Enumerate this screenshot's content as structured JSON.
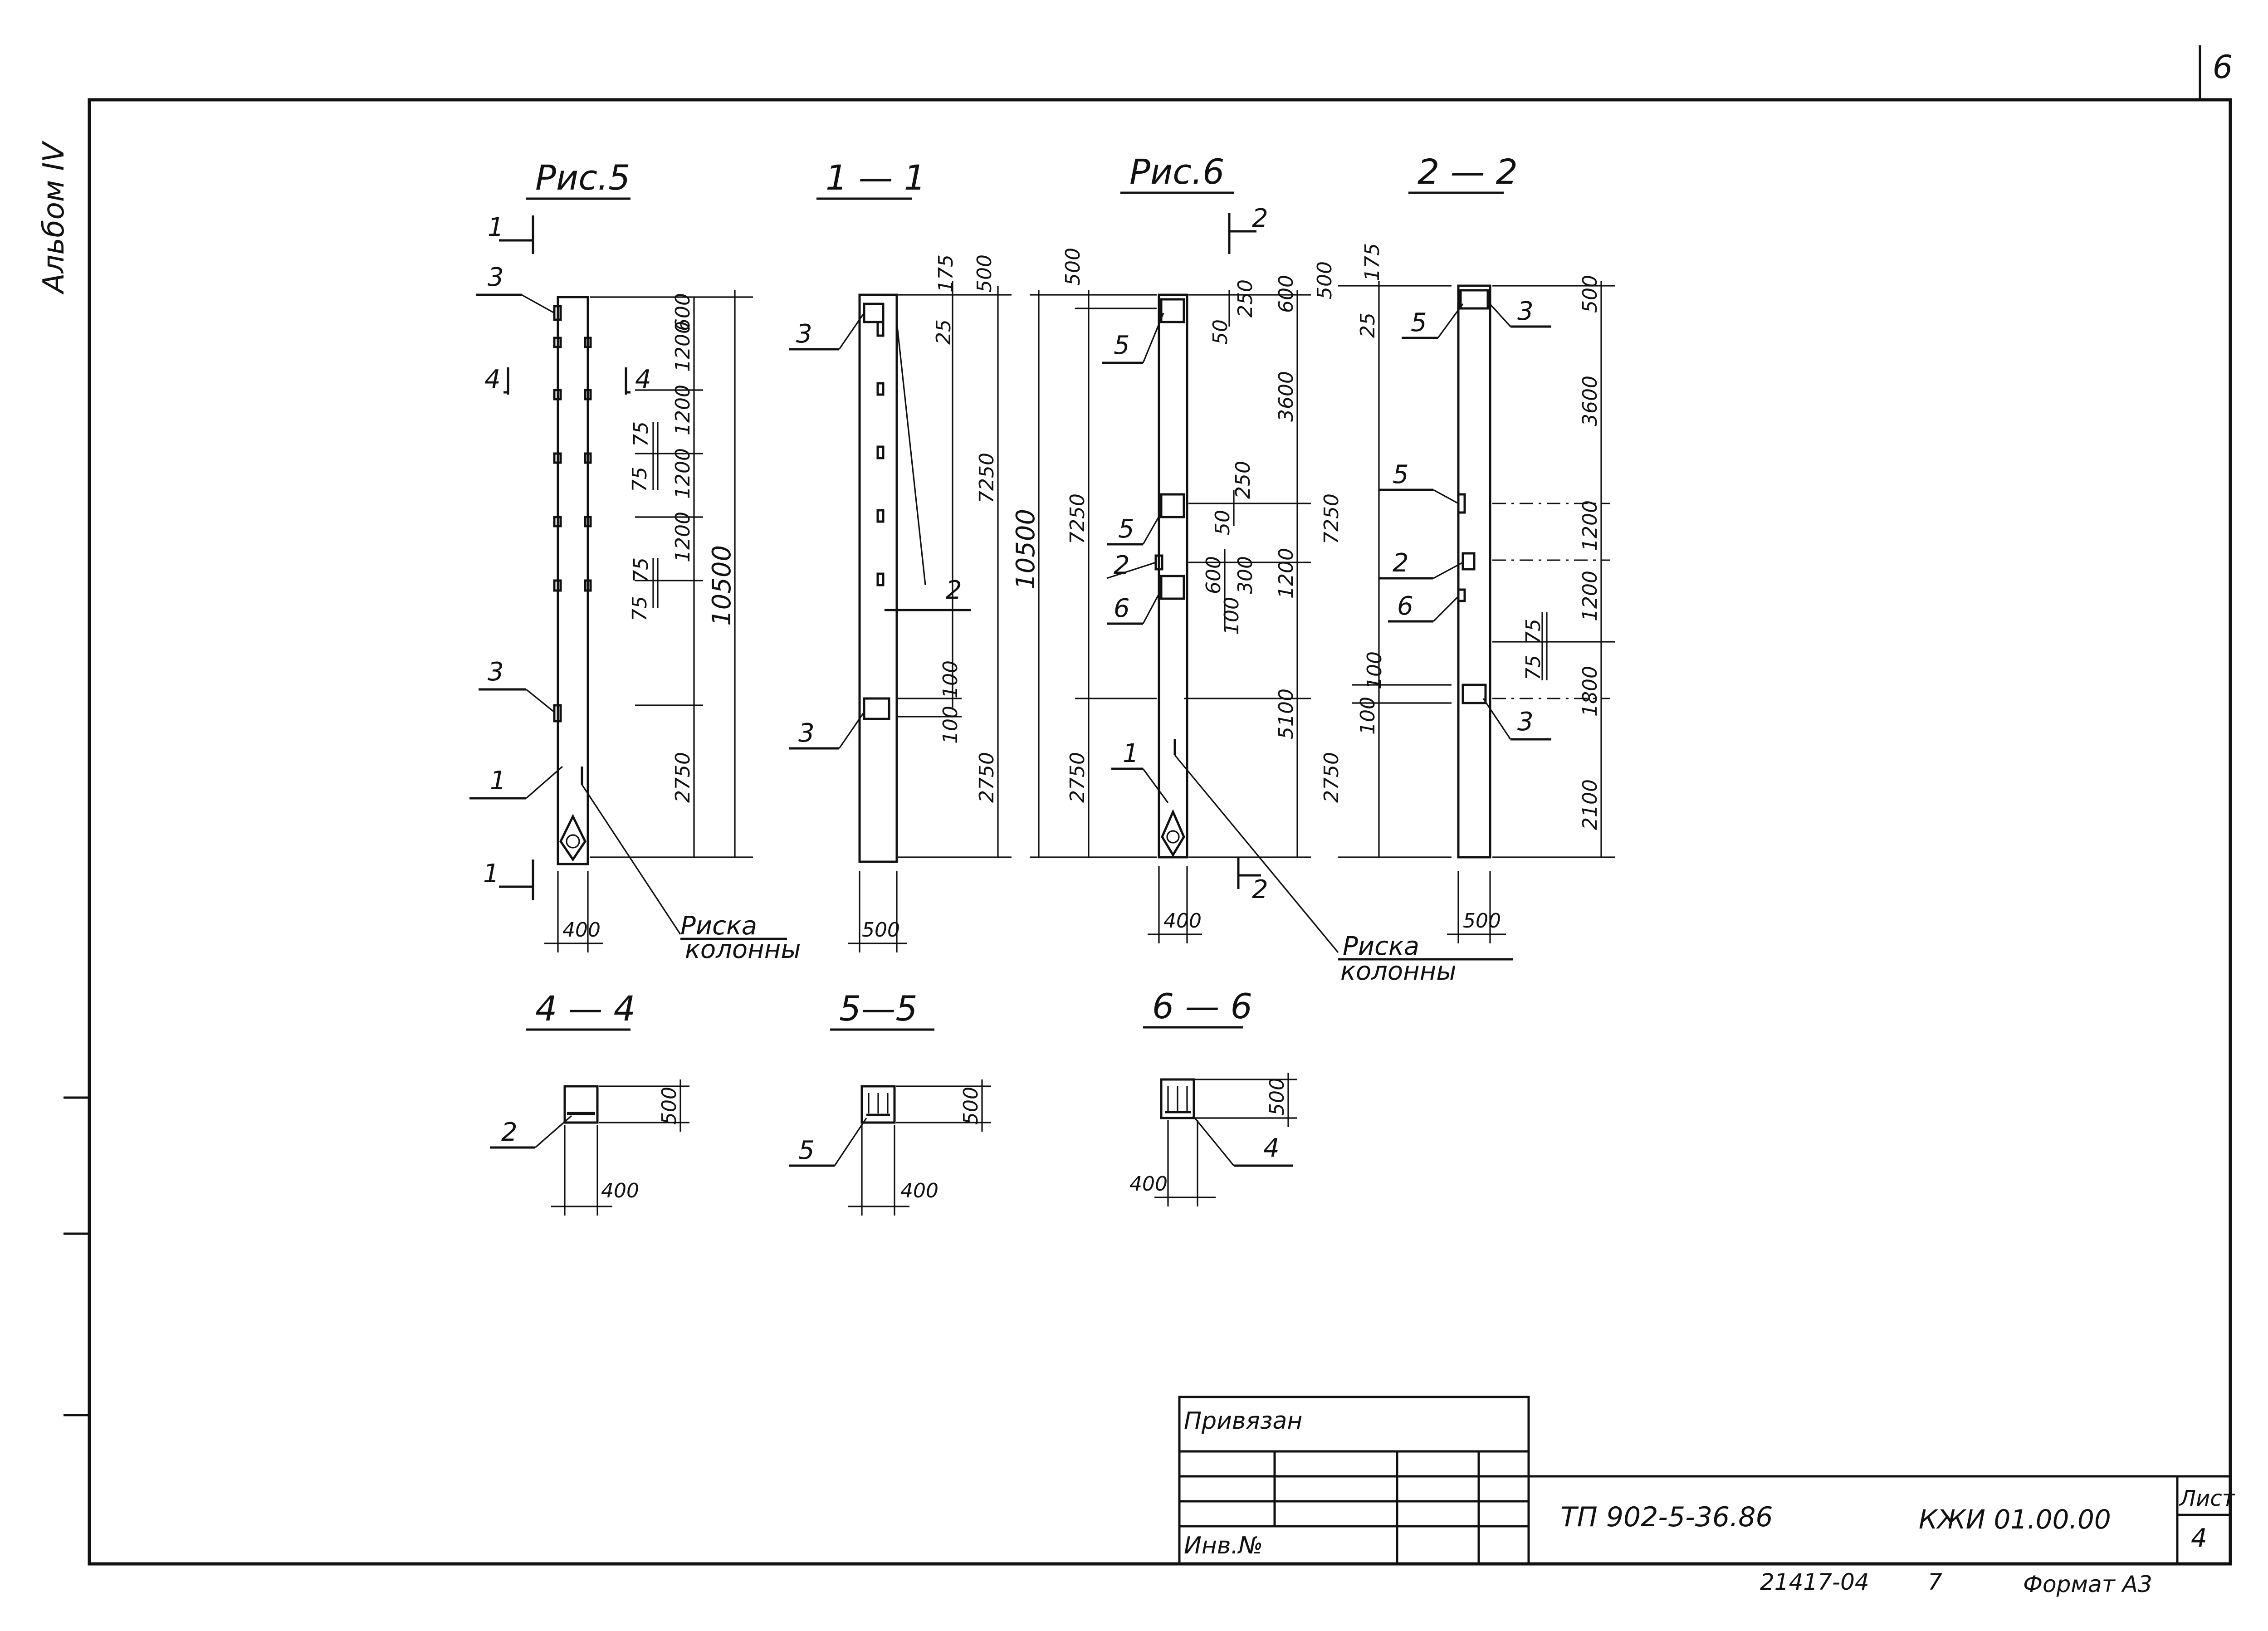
{
  "sheet_corner_number": "6",
  "album_label": "Альбом IV",
  "figures": {
    "fig5": {
      "title": "Рис.5",
      "cut_11": "1",
      "cut_44": "4",
      "callouts": [
        "3",
        "4",
        "3",
        "1",
        "1"
      ],
      "dims_right": [
        "600",
        "1200",
        "1200",
        "1200",
        "1200",
        "75",
        "75",
        "75",
        "75",
        "2750",
        "10500"
      ],
      "width": "400",
      "risk_line1": "Риска",
      "risk_line2": "колонны"
    },
    "sec11": {
      "title": "1 — 1",
      "callouts": [
        "3",
        "2",
        "3"
      ],
      "dims_right": [
        "175",
        "500",
        "25",
        "7250",
        "100",
        "100",
        "2750"
      ],
      "width": "500"
    },
    "fig6": {
      "title": "Рис.6",
      "cut_22": "2",
      "callouts": [
        "5",
        "5",
        "2",
        "6",
        "1"
      ],
      "dims_left": [
        "500",
        "10500",
        "7250",
        "2750"
      ],
      "dims_right": [
        "50",
        "250",
        "600",
        "3600",
        "250",
        "50",
        "600",
        "300",
        "100",
        "1200",
        "5100"
      ],
      "width": "400",
      "risk_line1": "Риска",
      "risk_line2": "колонны"
    },
    "sec22": {
      "title": "2 — 2",
      "callouts": [
        "5",
        "3",
        "5",
        "2",
        "6",
        "3"
      ],
      "dims_left": [
        "500",
        "175",
        "25",
        "7250",
        "100",
        "100",
        "2750"
      ],
      "dims_right": [
        "500",
        "3600",
        "1200",
        "1200",
        "75",
        "75",
        "1800",
        "2100"
      ],
      "width": "500"
    },
    "sec44": {
      "title": "4 — 4",
      "callout": "2",
      "h": "500",
      "w": "400"
    },
    "sec55": {
      "title": "5—5",
      "callout": "5",
      "h": "500",
      "w": "400"
    },
    "sec66": {
      "title": "6 — 6",
      "callout": "4",
      "h": "500",
      "w": "400"
    }
  },
  "stamp": {
    "privyazan": "Привязан",
    "inv_no": "Инв.№",
    "doc_code": "ТП 902-5-36.86",
    "mark": "КЖИ 01.00.00",
    "list_label": "Лист",
    "list_number": "4"
  },
  "footer": {
    "order": "21417-04",
    "page": "7",
    "format": "Формат А3"
  }
}
